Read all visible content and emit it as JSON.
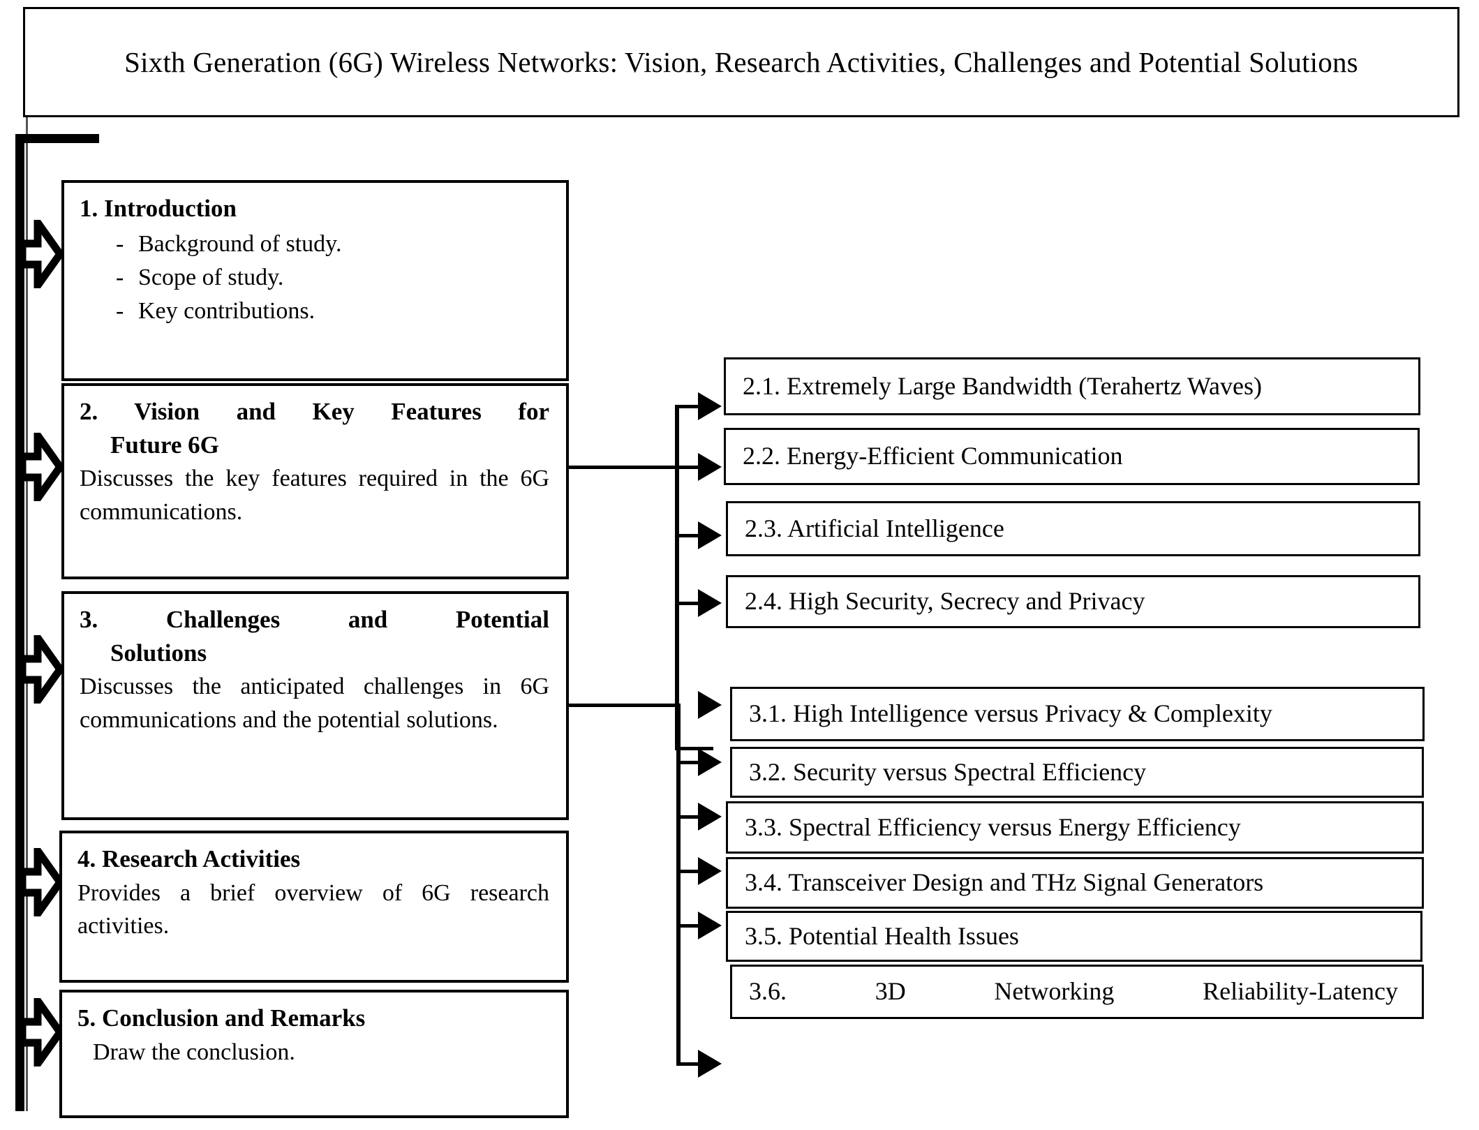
{
  "title": {
    "text": "Sixth Generation (6G) Wireless Networks: Vision, Research Activities, Challenges and Potential Solutions"
  },
  "colors": {
    "line": "#000000",
    "background": "#ffffff",
    "text": "#000000"
  },
  "sections": [
    {
      "number": "1.",
      "heading": "1.  Introduction",
      "bullets": [
        "Background of study.",
        "Scope of study.",
        "Key contributions."
      ],
      "body": ""
    },
    {
      "number": "2.",
      "heading_line1": "2. Vision  and  Key  Features  for",
      "heading_line2": "Future 6G",
      "body": "Discusses the key features required in the 6G communications."
    },
    {
      "number": "3.",
      "heading_line1": "3.  Challenges      and      Potential",
      "heading_line2": "Solutions",
      "body": "Discusses the anticipated challenges in 6G communications and the potential solutions."
    },
    {
      "number": "4.",
      "heading": "4. Research Activities",
      "body": "Provides a brief overview of 6G research activities."
    },
    {
      "number": "5.",
      "heading": "5. Conclusion and Remarks",
      "body": "Draw the conclusion."
    }
  ],
  "subsections_2": [
    {
      "label": "2.1. Extremely Large Bandwidth (Terahertz Waves)"
    },
    {
      "label": "2.2. Energy-Efficient Communication"
    },
    {
      "label": "2.3. Artificial Intelligence"
    },
    {
      "label": "2.4. High Security, Secrecy and Privacy"
    }
  ],
  "subsections_3": [
    {
      "label": "3.1. High Intelligence versus Privacy & Complexity"
    },
    {
      "label": "3.2. Security versus Spectral Efficiency"
    },
    {
      "label": "3.3. Spectral Efficiency versus Energy Efficiency"
    },
    {
      "label": "3.4. Transceiver Design and THz Signal Generators"
    },
    {
      "label": "3.5. Potential Health Issues"
    },
    {
      "label": "3.6.       3D       Networking       Reliability-Latency"
    }
  ],
  "icons": {
    "spine_arrow": "block-arrow-right-icon",
    "branch_arrow": "triangle-arrow-right-icon"
  }
}
